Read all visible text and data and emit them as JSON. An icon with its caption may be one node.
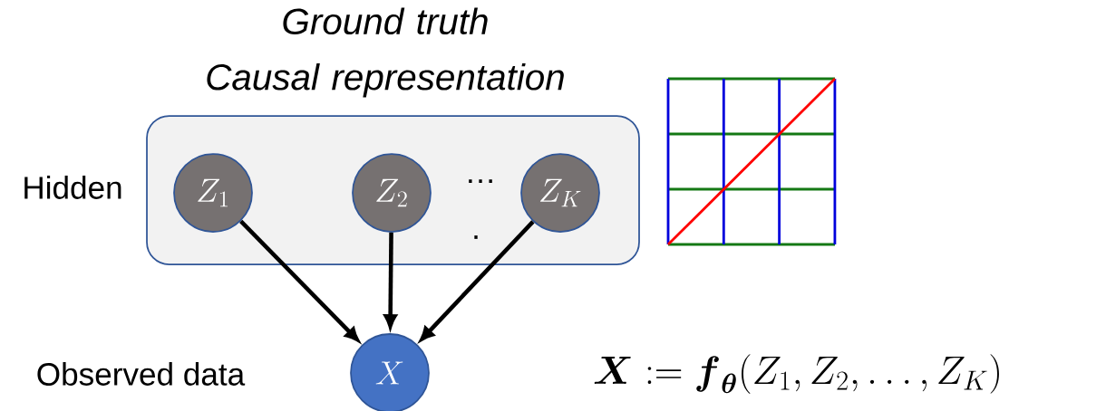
{
  "diagram": {
    "title": "Ground truth Causal representation",
    "nodes": [
      {
        "text": [],
        "shape": "box"
      },
      {
        "text": [
          "Z_1"
        ],
        "in": 0
      },
      {
        "text": [
          "Z_2"
        ],
        "in": 0
      },
      {
        "text": [
          "Z_K"
        ],
        "in": 0
      },
      {
        "text": [
          "X"
        ]
      }
    ],
    "edges": [
      {
        "from": 1,
        "to": 4,
        "arrow": "to"
      },
      {
        "from": 2,
        "to": 4,
        "arrow": "to"
      },
      {
        "from": 3,
        "to": 4,
        "arrow": "to"
      }
    ],
    "labels": [
      "Hidden",
      "…",
      ".",
      "Observed data",
      "\\boldsymbol{X} \\mathrel{:=} \\boldsymbol{f}_{\\boldsymbol{\\theta}}(Z_1, Z_2, \\ldots, Z_K)"
    ]
  }
}
